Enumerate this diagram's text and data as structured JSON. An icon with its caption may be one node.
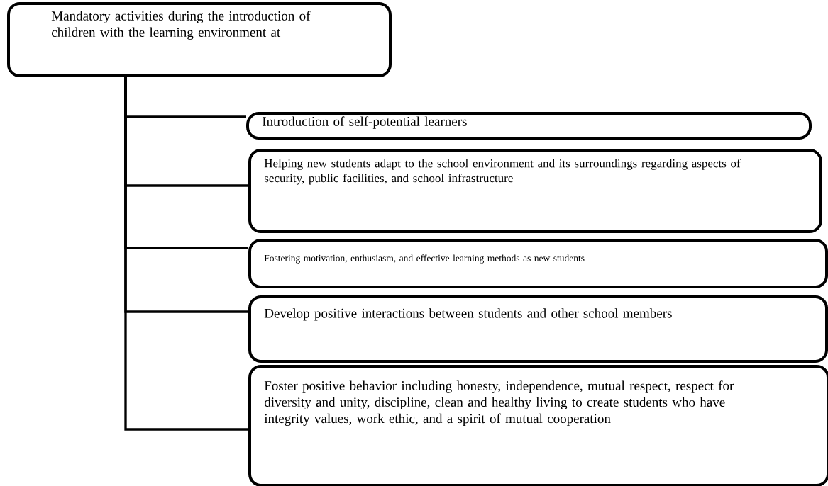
{
  "diagram": {
    "nodes": [
      {
        "text": [
          "Mandatory activities during the introduction of children with the learning environment at"
        ]
      },
      {
        "text": [
          "Introduction of self-potential learners"
        ]
      },
      {
        "text": [
          "Helping new students adapt to the school environment and its surroundings regarding aspects of security, public facilities, and school infrastructure"
        ]
      },
      {
        "text": [
          "Fostering motivation, enthusiasm, and effective learning methods as new students"
        ]
      },
      {
        "text": [
          "Develop positive interactions between students and other school members"
        ]
      },
      {
        "text": [
          "Foster positive behavior including honesty, independence, mutual respect, respect for diversity and unity, discipline, clean and healthy living to create students who have integrity values, work ethic, and a spirit of mutual  cooperation"
        ]
      }
    ],
    "edges": [
      {
        "from": 0,
        "to": 1,
        "arrow": "none"
      },
      {
        "from": 0,
        "to": 2,
        "arrow": "none"
      },
      {
        "from": 0,
        "to": 3,
        "arrow": "none"
      },
      {
        "from": 0,
        "to": 4,
        "arrow": "none"
      },
      {
        "from": 0,
        "to": 5,
        "arrow": "none"
      }
    ]
  }
}
